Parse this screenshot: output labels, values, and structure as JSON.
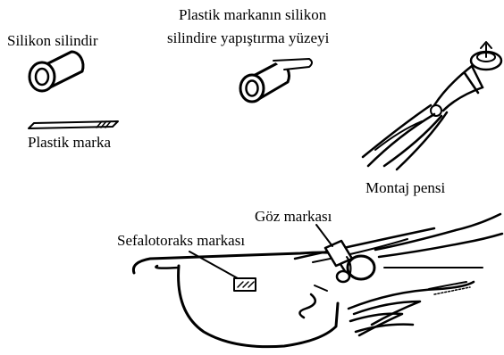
{
  "labels": {
    "silicone_cylinder": "Silikon silindir",
    "plastic_tag": "Plastik marka",
    "adhesion_surface_line1": "Plastik markanın silikon",
    "adhesion_surface_line2": "silindire yapıştırma yüzeyi",
    "mounting_pliers": "Montaj pensi",
    "eye_tag": "Göz markası",
    "cephalothorax_tag": "Sefalotoraks markası"
  },
  "colors": {
    "ink": "#000000",
    "background": "#ffffff"
  }
}
